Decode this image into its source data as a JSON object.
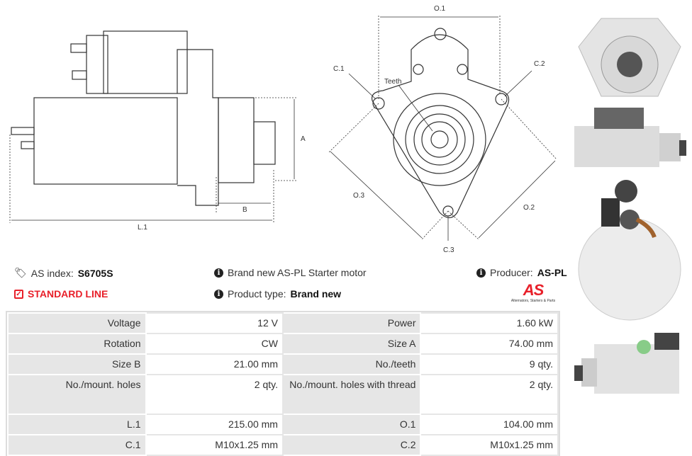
{
  "drawings": {
    "side_labels": {
      "a": "A",
      "b": "B",
      "l1": "L.1"
    },
    "front_labels": {
      "o1": "O.1",
      "o2": "O.2",
      "o3": "O.3",
      "c1": "C.1",
      "c2": "C.2",
      "c3": "C.3",
      "teeth": "Teeth"
    }
  },
  "info": {
    "as_index_label": "AS index:",
    "as_index_value": "S6705S",
    "line_label": "STANDARD LINE",
    "description": "Brand new AS-PL Starter motor",
    "product_type_label": "Product type:",
    "product_type_value": "Brand new",
    "producer_label": "Producer:",
    "producer_value": "AS-PL",
    "logo_text": "AS",
    "logo_tagline": "Alternators, Starters & Parts"
  },
  "colors": {
    "accent": "#e8202a",
    "label_bg": "#e6e6e6"
  },
  "specs": [
    {
      "l1": "Voltage",
      "v1": "12 V",
      "l2": "Power",
      "v2": "1.60 kW"
    },
    {
      "l1": "Rotation",
      "v1": "CW",
      "l2": "Size A",
      "v2": "74.00 mm"
    },
    {
      "l1": "Size B",
      "v1": "21.00 mm",
      "l2": "No./teeth",
      "v2": "9 qty."
    },
    {
      "l1": "No./mount. holes",
      "v1": "2 qty.",
      "l2": "No./mount. holes with thread",
      "v2": "2 qty."
    },
    {
      "l1": "L.1",
      "v1": "215.00 mm",
      "l2": "O.1",
      "v2": "104.00 mm"
    },
    {
      "l1": "C.1",
      "v1": "M10x1.25 mm",
      "l2": "C.2",
      "v2": "M10x1.25 mm"
    }
  ]
}
